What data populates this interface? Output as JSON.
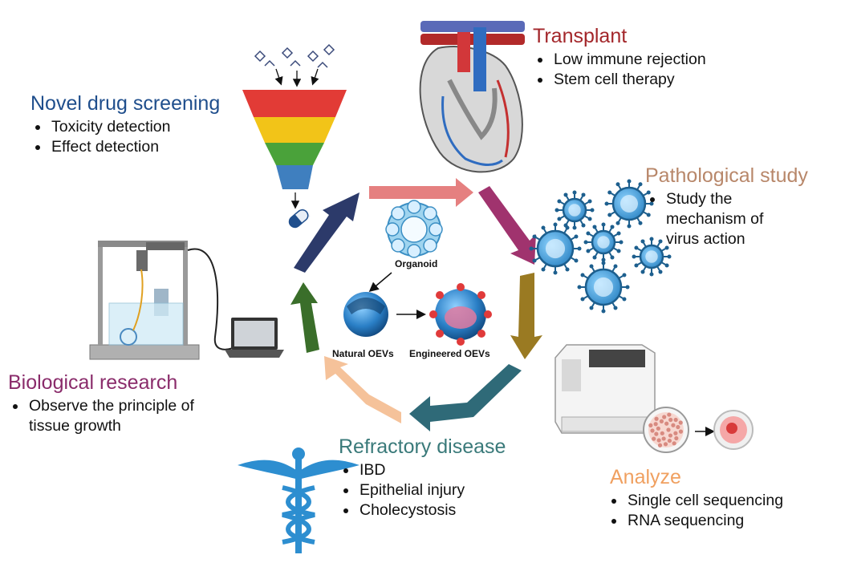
{
  "center": {
    "organoid_label": "Organoid",
    "natural_label": "Natural OEVs",
    "engineered_label": "Engineered OEVs"
  },
  "sections": {
    "drug": {
      "title": "Novel drug screening",
      "color": "#1f4e8c",
      "items": [
        "Toxicity detection",
        "Effect detection"
      ]
    },
    "transplant": {
      "title": "Transplant",
      "color": "#a3262a",
      "items": [
        "Low immune rejection",
        "Stem cell therapy"
      ]
    },
    "pathological": {
      "title": "Pathological study",
      "color": "#b8876a",
      "items": [
        "Study the mechanism of virus action"
      ]
    },
    "biological": {
      "title": "Biological research",
      "color": "#8a2c6b",
      "items": [
        "Observe the principle of tissue growth"
      ]
    },
    "refractory": {
      "title": "Refractory disease",
      "color": "#3a7a7a",
      "items": [
        "IBD",
        "Epithelial injury",
        "Cholecystosis"
      ]
    },
    "analyze": {
      "title": "Analyze",
      "color": "#f0a060",
      "items": [
        "Single cell sequencing",
        "RNA sequencing"
      ]
    }
  },
  "cycle_colors": [
    "#e58080",
    "#a0336e",
    "#9a7a22",
    "#2f6a78",
    "#f5c29a",
    "#3a6e2a",
    "#2c3a6a"
  ],
  "icons": [
    "drug-funnel-icon",
    "capsule-icon",
    "heart-icon",
    "virus-icon",
    "bioprinter-icon",
    "laptop-icon",
    "caduceus-icon",
    "sequencer-icon",
    "petri-dish-icon",
    "cell-icon"
  ]
}
